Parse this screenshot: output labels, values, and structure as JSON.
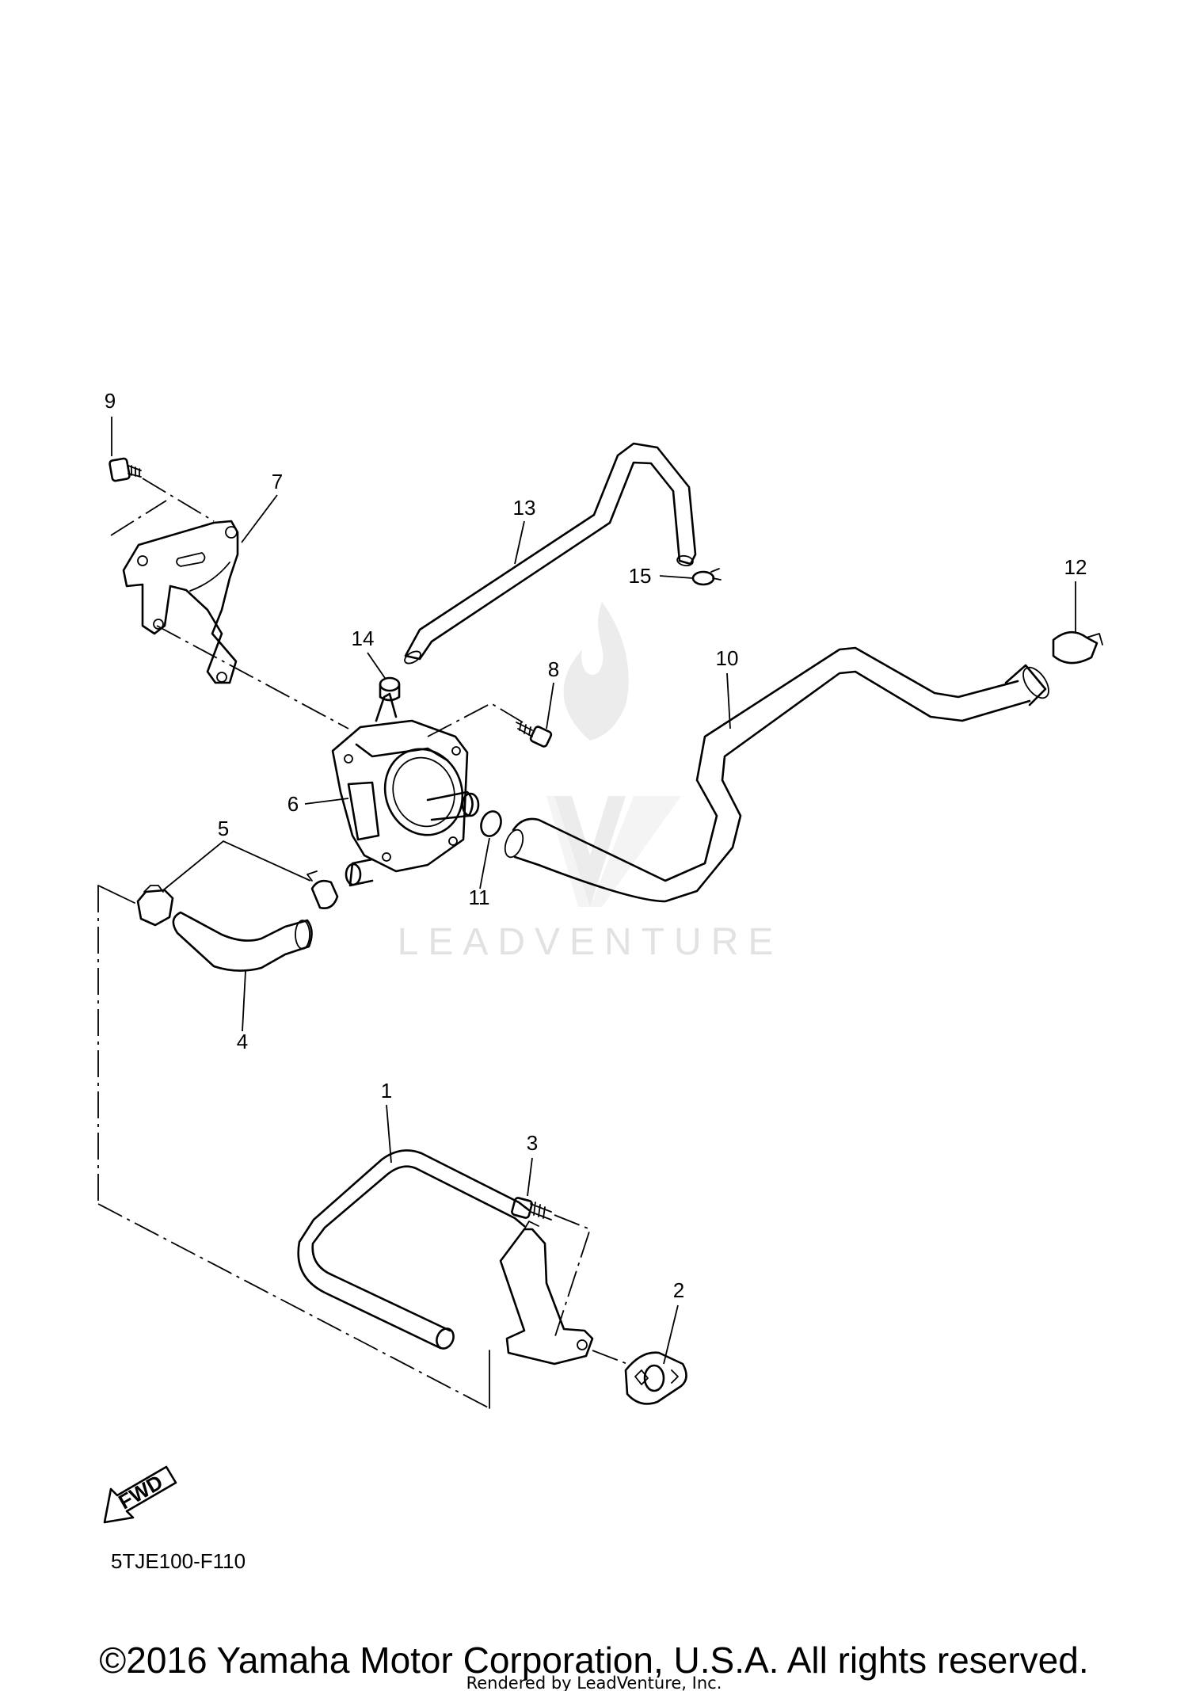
{
  "callouts": [
    {
      "id": "c1",
      "text": "1"
    },
    {
      "id": "c2",
      "text": "2"
    },
    {
      "id": "c3",
      "text": "3"
    },
    {
      "id": "c4",
      "text": "4"
    },
    {
      "id": "c5",
      "text": "5"
    },
    {
      "id": "c6",
      "text": "6"
    },
    {
      "id": "c7",
      "text": "7"
    },
    {
      "id": "c8",
      "text": "8"
    },
    {
      "id": "c9",
      "text": "9"
    },
    {
      "id": "c10",
      "text": "10"
    },
    {
      "id": "c11",
      "text": "11"
    },
    {
      "id": "c12",
      "text": "12"
    },
    {
      "id": "c13",
      "text": "13"
    },
    {
      "id": "c14",
      "text": "14"
    },
    {
      "id": "c15",
      "text": "15"
    }
  ],
  "fwd_label": "FWD",
  "diagram_code": "5TJE100-F110",
  "watermark": "LEADVENTURE",
  "copyright": "©2016 Yamaha Motor Corporation, U.S.A. All rights reserved.",
  "rendered_by": "Rendered by LeadVenture, Inc."
}
